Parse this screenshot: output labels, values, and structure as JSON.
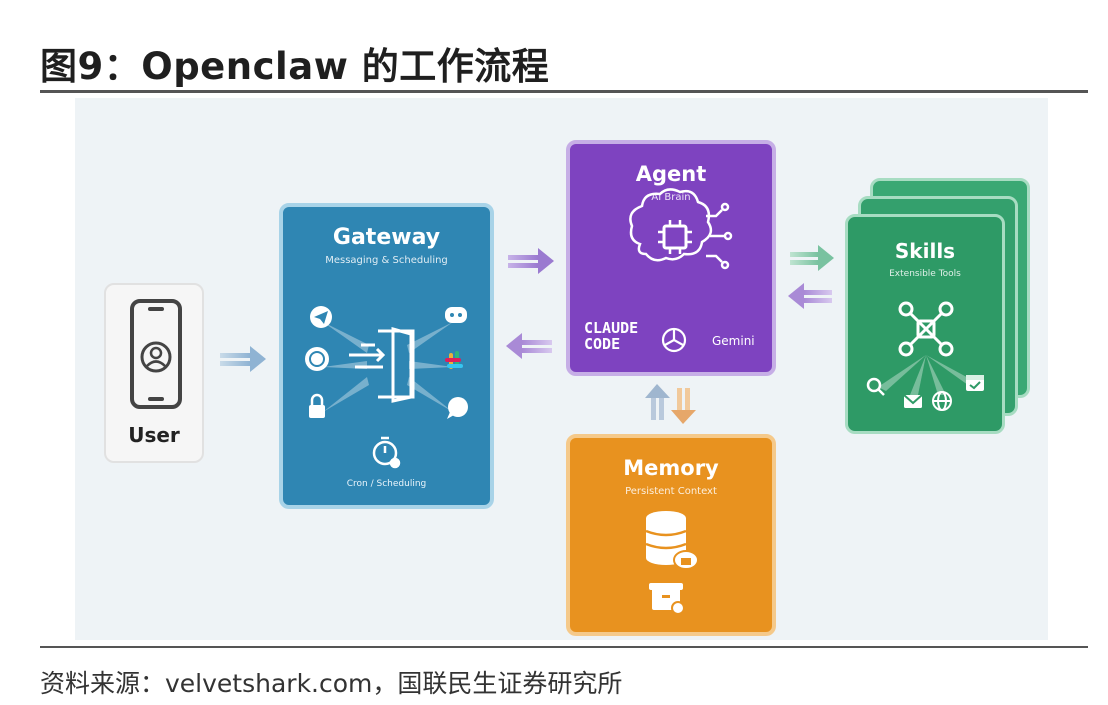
{
  "figure": {
    "title": "图9：Openclaw 的工作流程",
    "source": "资料来源：velvetshark.com，国联民生证券研究所"
  },
  "diagram": {
    "user": {
      "label": "User",
      "icon": "smartphone-user-icon"
    },
    "gateway": {
      "title": "Gateway",
      "subtitle": "Messaging & Scheduling",
      "footer": "Cron / Scheduling",
      "icons": [
        "telegram-icon",
        "whatsapp-icon",
        "lock-icon",
        "discord-icon",
        "slack-icon",
        "chat-bubble-icon",
        "door-icon",
        "stopwatch-icon"
      ],
      "color": "#2f86b3"
    },
    "agent": {
      "title": "Agent",
      "subtitle": "AI Brain",
      "logos": {
        "claude_line1": "CLAUDE",
        "claude_line2": "CODE",
        "gemini": "Gemini"
      },
      "icons": [
        "brain-chip-icon",
        "openai-icon"
      ],
      "color": "#7e43c0"
    },
    "memory": {
      "title": "Memory",
      "subtitle": "Persistent Context",
      "icons": [
        "database-icon",
        "archive-box-icon"
      ],
      "color": "#e8921f"
    },
    "skills": {
      "title": "Skills",
      "subtitle": "Extensible Tools",
      "icons": [
        "tools-icon",
        "search-icon",
        "mail-icon",
        "globe-icon",
        "calendar-icon"
      ],
      "color": "#2e9a66"
    },
    "arrows": [
      {
        "from": "user",
        "to": "gateway"
      },
      {
        "from": "gateway",
        "to": "agent"
      },
      {
        "from": "agent",
        "to": "gateway"
      },
      {
        "from": "agent",
        "to": "skills"
      },
      {
        "from": "skills",
        "to": "agent"
      },
      {
        "from": "agent",
        "to": "memory"
      },
      {
        "from": "memory",
        "to": "agent"
      }
    ]
  }
}
